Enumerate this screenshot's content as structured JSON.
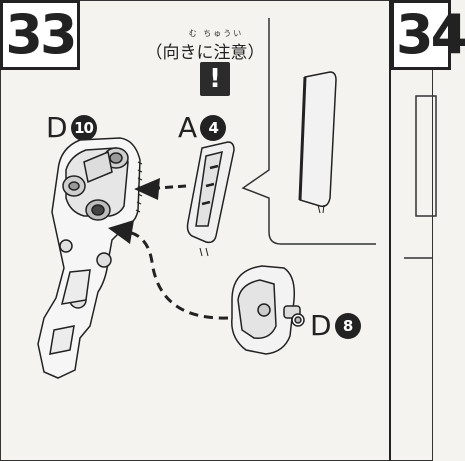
{
  "step": {
    "number": "33",
    "next_number": "34"
  },
  "caution": {
    "ruby": "む ちゅうい",
    "text": "（向きに注意）",
    "icon": "!"
  },
  "parts": {
    "d10": {
      "letter": "D",
      "number": "10"
    },
    "a4": {
      "letter": "A",
      "number": "4"
    },
    "d8": {
      "letter": "D",
      "number": "8"
    }
  },
  "icons": [
    "exclamation-icon",
    "arrow-icon",
    "dashed-arrow-icon"
  ]
}
